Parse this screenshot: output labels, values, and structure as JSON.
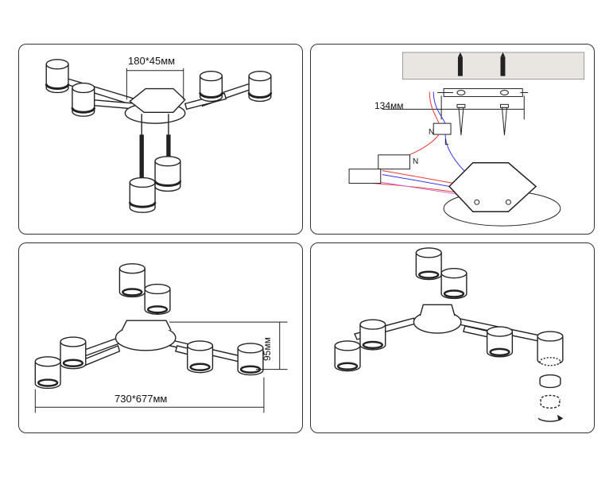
{
  "panels": {
    "top_left": {
      "dimension_label": "180*45мм"
    },
    "top_right": {
      "dimension_label": "134мм",
      "wire_label_n": "N",
      "wire_label_l": "L",
      "wire_label_n2": "N"
    },
    "bottom_left": {
      "height_label": "95мм",
      "size_label": "730*677мм"
    },
    "bottom_right": {}
  }
}
